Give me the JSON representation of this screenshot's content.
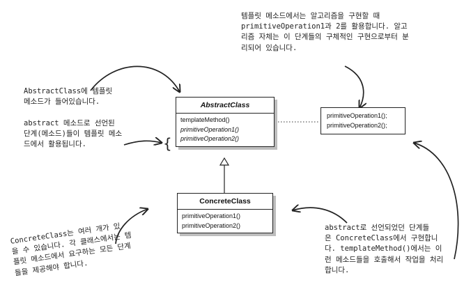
{
  "notes": {
    "top_right": "템플릿 메소드에서는 알고리즘을 구현할 때\nprimitiveOperation1과 2를 활용합니다. 알고\n리즘 자체는 이 단계들의 구체적인 구현으로부터 분\n리되어 있습니다.",
    "left_1": "AbstractClass에 템플릿\n메소드가 들어있습니다.",
    "left_2": "abstract 메소드로 선언된\n단계(메소드)들이 템플릿 메소\n드에서 활용됩니다.",
    "bottom_left": "ConcreteClass는 여러 개가 있\n을 수 있습니다. 각 클래스에서는 템\n플릿 메소드에서 요구하는 모든 단계\n들을 제공해야 합니다.",
    "bottom_right": "abstract로 선언되었던 단계들\n은 ConcreteClass에서 구현합니\n다. templateMethod()에서는 이\n런 메소드들을 호출해서 작업을 처리\n합니다."
  },
  "abstract_class": {
    "title": "AbstractClass",
    "methods": [
      "templateMethod()",
      "primitiveOperation1()",
      "primitiveOperation2()"
    ]
  },
  "concrete_class": {
    "title": "ConcreteClass",
    "methods": [
      "primitiveOperation1()",
      "primitiveOperation2()"
    ]
  },
  "callout_box": {
    "lines": [
      "primitiveOperation1();",
      "primitiveOperation2();"
    ]
  },
  "colors": {
    "ink": "#222222",
    "shadow": "#bdbdbd"
  }
}
